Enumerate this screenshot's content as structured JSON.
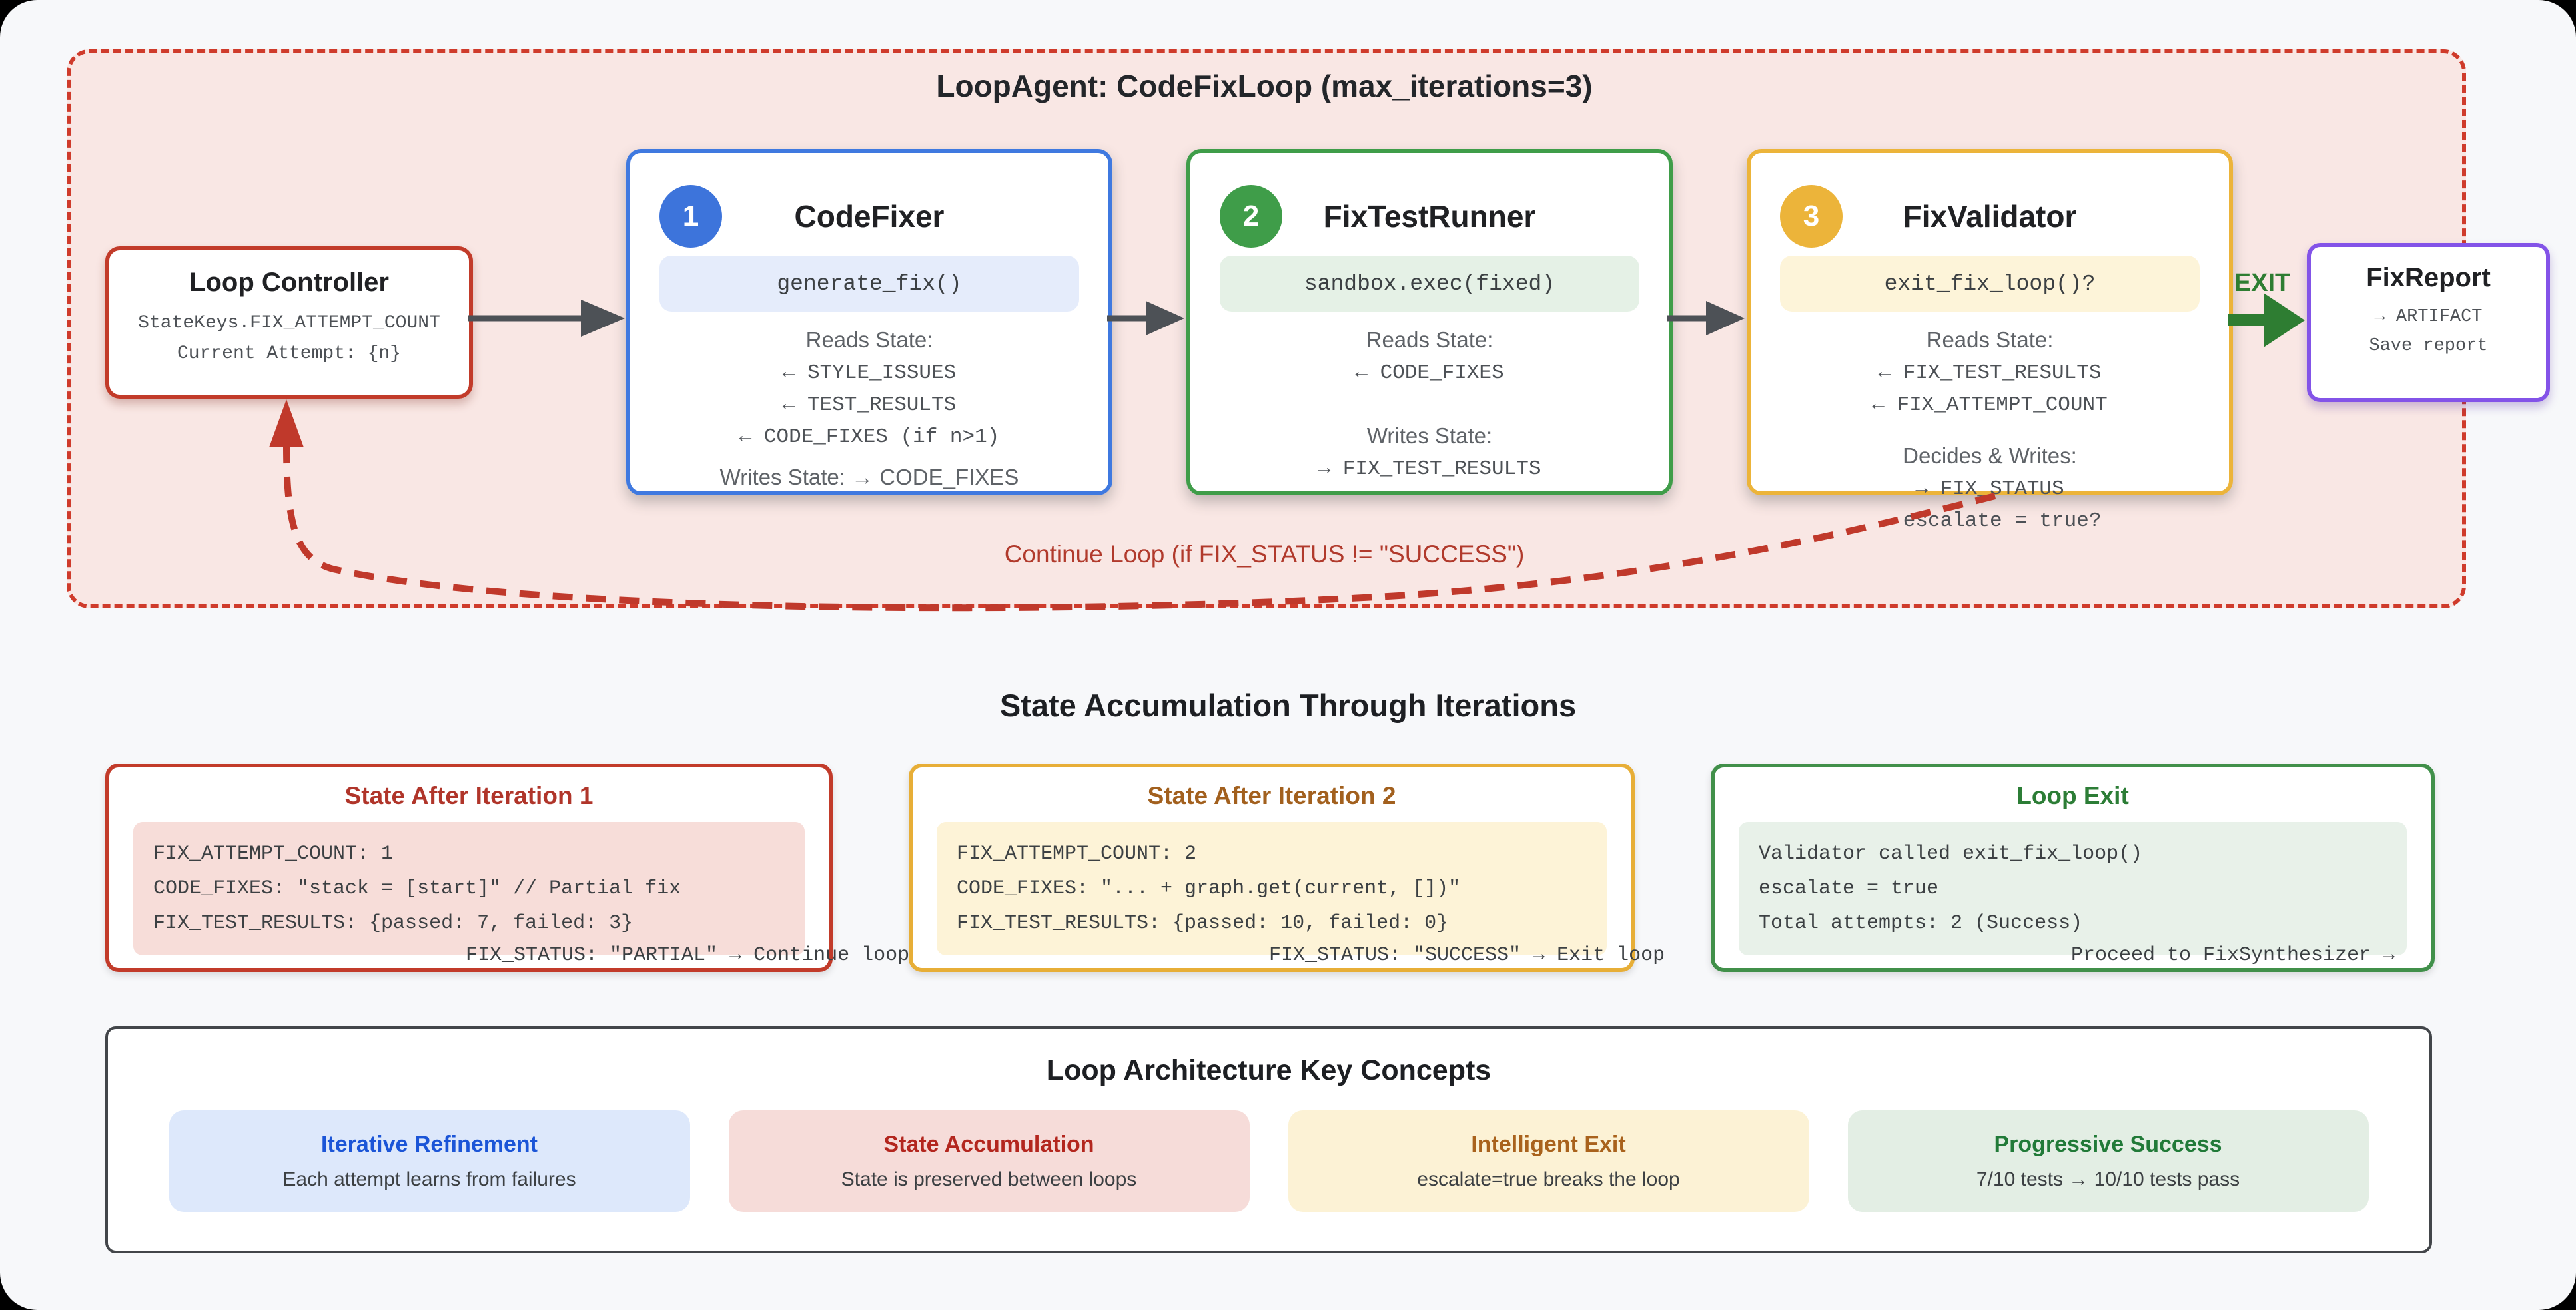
{
  "loop_container": {
    "title": "LoopAgent: CodeFixLoop (max_iterations=3)",
    "loop_controller": {
      "title": "Loop Controller",
      "lines": [
        "StateKeys.FIX_ATTEMPT_COUNT",
        "Current Attempt: {n}"
      ]
    },
    "agents": [
      {
        "badge": "1",
        "title": "CodeFixer",
        "code": "generate_fix()",
        "reads_label": "Reads State:",
        "reads": [
          "← STYLE_ISSUES",
          "← TEST_RESULTS",
          "← CODE_FIXES (if n>1)"
        ],
        "writes_line": "Writes State: → CODE_FIXES",
        "accent": "#3f79e0"
      },
      {
        "badge": "2",
        "title": "FixTestRunner",
        "code": "sandbox.exec(fixed)",
        "reads_label": "Reads State:",
        "reads": [
          "← CODE_FIXES"
        ],
        "writes_label": "Writes State:",
        "writes": [
          "→ FIX_TEST_RESULTS"
        ],
        "accent": "#3f9d49"
      },
      {
        "badge": "3",
        "title": "FixValidator",
        "code": "exit_fix_loop()?",
        "reads_label": "Reads State:",
        "reads": [
          "← FIX_TEST_RESULTS",
          "← FIX_ATTEMPT_COUNT"
        ],
        "writes_label": "Decides & Writes:",
        "writes": [
          "→ FIX_STATUS",
          "→ escalate = true?"
        ],
        "accent": "#ecb43a"
      }
    ],
    "exit_label": "EXIT",
    "fix_report": {
      "title": "FixReport",
      "lines": [
        "→ ARTIFACT",
        "Save report"
      ],
      "accent": "#8353e8"
    },
    "continue_label": "Continue Loop (if FIX_STATUS != \"SUCCESS\")"
  },
  "state_section": {
    "title": "State Accumulation Through Iterations",
    "boxes": [
      {
        "title": "State After Iteration 1",
        "code_lines": [
          "FIX_ATTEMPT_COUNT: 1",
          "CODE_FIXES: \"stack = [start]\" // Partial fix",
          "FIX_TEST_RESULTS: {passed: 7, failed: 3}"
        ],
        "overflow_line": "FIX_STATUS: \"PARTIAL\" → Continue loop"
      },
      {
        "title": "State After Iteration 2",
        "code_lines": [
          "FIX_ATTEMPT_COUNT: 2",
          "CODE_FIXES: \"... + graph.get(current, [])\"",
          "FIX_TEST_RESULTS: {passed: 10, failed: 0}"
        ],
        "overflow_line": "FIX_STATUS: \"SUCCESS\" → Exit loop"
      },
      {
        "title": "Loop Exit",
        "code_lines": [
          "Validator called exit_fix_loop()",
          "escalate = true",
          "Total attempts: 2 (Success)"
        ],
        "overflow_line": "Proceed to FixSynthesizer →"
      }
    ]
  },
  "concepts": {
    "title": "Loop Architecture Key Concepts",
    "items": [
      {
        "title": "Iterative Refinement",
        "description": "Each attempt learns from failures"
      },
      {
        "title": "State Accumulation",
        "description": "State is preserved between loops"
      },
      {
        "title": "Intelligent Exit",
        "description": "escalate=true breaks the loop"
      },
      {
        "title": "Progressive Success",
        "description": "7/10 tests → 10/10 tests pass"
      }
    ]
  },
  "colors": {
    "container_border": "#cf3b2b",
    "container_fill": "#f9e7e4",
    "loop_controller_border": "#c23b2a",
    "exit_green": "#2e7d32",
    "continue_red": "#b13a2c",
    "fix_report_purple": "#8353e8",
    "arrow_gray": "#4d5156"
  }
}
